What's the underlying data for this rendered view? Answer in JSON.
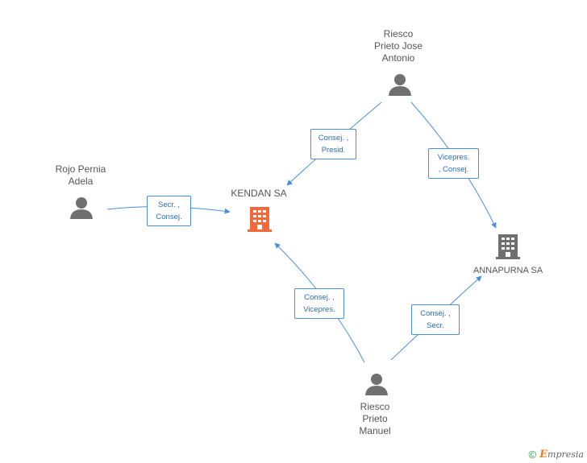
{
  "nodes": {
    "kendan": {
      "label": "KENDAN SA",
      "type": "company",
      "color": "#f26a3b"
    },
    "annapurna": {
      "label": "ANNAPURNA SA",
      "type": "company",
      "color": "#707070"
    },
    "rojo": {
      "label_lines": [
        "Rojo Pernia",
        "Adela"
      ],
      "type": "person",
      "color": "#707070"
    },
    "riesco_jose": {
      "label_lines": [
        "Riesco",
        "Prieto Jose",
        "Antonio"
      ],
      "type": "person",
      "color": "#707070"
    },
    "riesco_manuel": {
      "label_lines": [
        "Riesco",
        "Prieto",
        "Manuel"
      ],
      "type": "person",
      "color": "#707070"
    }
  },
  "edges": [
    {
      "id": "rojo-kendan",
      "lines": [
        "Secr. ,",
        "Consej."
      ]
    },
    {
      "id": "jose-kendan",
      "lines": [
        "Consej. ,",
        "Presid."
      ]
    },
    {
      "id": "jose-annapurna",
      "lines": [
        "Vicepres.",
        ", Consej."
      ]
    },
    {
      "id": "manuel-kendan",
      "lines": [
        "Consej. ,",
        "Vicepres."
      ]
    },
    {
      "id": "manuel-annapurna",
      "lines": [
        "Consej. ,",
        "Secr."
      ]
    }
  ],
  "colors": {
    "edge": "#4a90d9",
    "edge_text": "#2e6db4"
  },
  "footer": {
    "copyright": "©",
    "brand_initial": "E",
    "brand_rest": "mpresia"
  }
}
